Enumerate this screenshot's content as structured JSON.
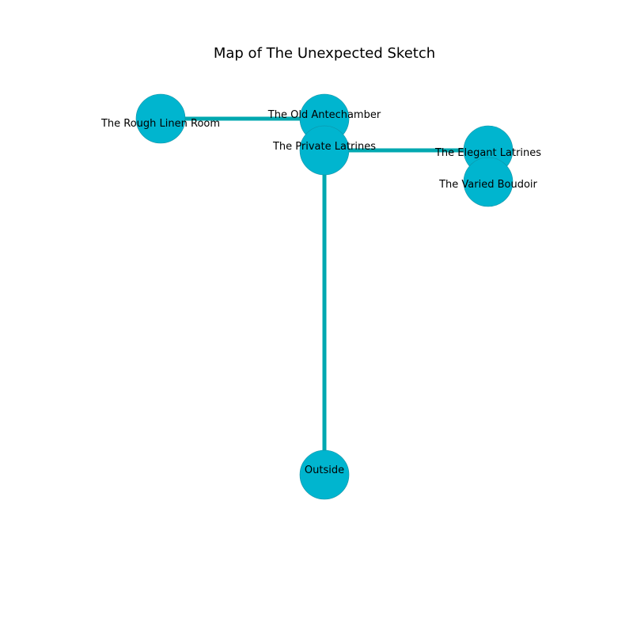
{
  "title": "Map of The Unexpected Sketch",
  "colors": {
    "node_fill": "#00b5cf",
    "edge": "#00a8b0",
    "label": "#000000"
  },
  "rooms": [
    {
      "id": "old-antechamber",
      "label": "The Old Antechamber"
    },
    {
      "id": "rough-linen-room",
      "label": "The Rough Linen Room"
    },
    {
      "id": "private-latrines",
      "label": "The Private Latrines"
    },
    {
      "id": "elegant-latrines",
      "label": "The Elegant Latrines"
    },
    {
      "id": "varied-boudoir",
      "label": "The Varied Boudoir"
    },
    {
      "id": "outside",
      "label": "Outside"
    }
  ],
  "connections": [
    {
      "from": "rough-linen-room",
      "to": "old-antechamber"
    },
    {
      "from": "private-latrines",
      "to": "elegant-latrines"
    },
    {
      "from": "private-latrines",
      "to": "outside"
    }
  ]
}
